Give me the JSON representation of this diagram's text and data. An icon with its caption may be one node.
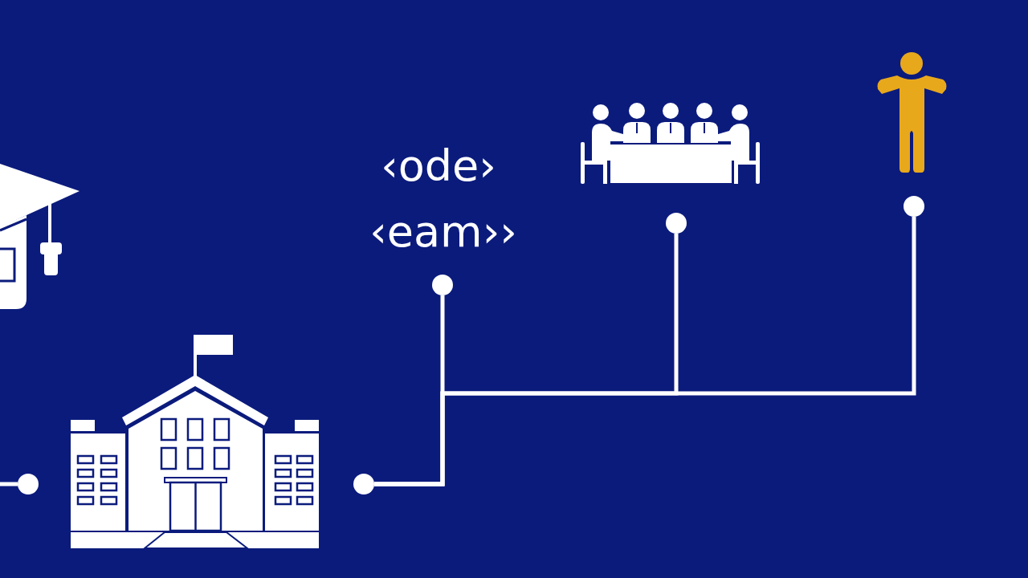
{
  "diagram": {
    "nodes": [
      {
        "text": [],
        "shape": "circle"
      },
      {
        "text": [],
        "shape": "circle"
      },
      {
        "text": [],
        "shape": "circle"
      },
      {
        "text": [],
        "shape": "circle"
      },
      {
        "text": [],
        "shape": "circle"
      }
    ],
    "edges": [
      {
        "from": null,
        "to": 0,
        "arrow": "none"
      },
      {
        "from": 1,
        "to": 2,
        "arrow": "none"
      },
      {
        "from": 1,
        "to": 3,
        "arrow": "none"
      },
      {
        "from": 1,
        "to": 4,
        "arrow": "none"
      }
    ],
    "labels": [
      "‹ode›",
      "‹eam››"
    ]
  }
}
